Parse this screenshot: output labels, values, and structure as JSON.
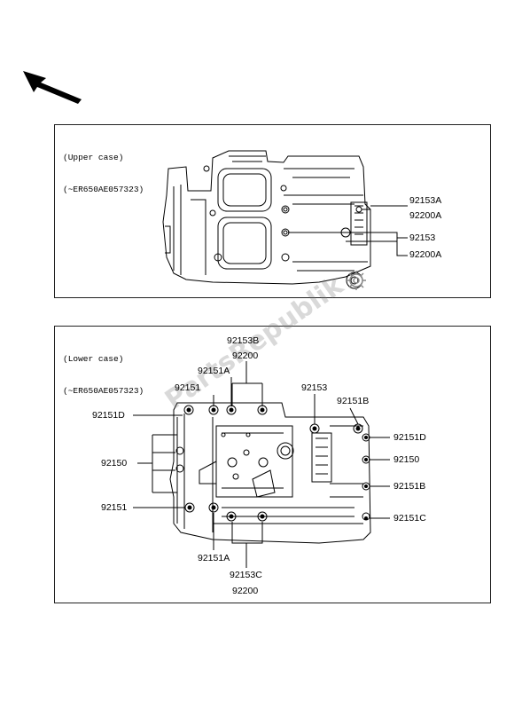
{
  "upper_case": {
    "label_line1": "(Upper case)",
    "label_line2": "(~ER650AE057323)",
    "callouts": [
      "92153A",
      "92200A",
      "92153",
      "92200A"
    ]
  },
  "lower_case": {
    "label_line1": "(Lower case)",
    "label_line2": "(~ER650AE057323)",
    "callouts": {
      "top_92153B": "92153B",
      "top_92200": "92200",
      "top_92151A": "92151A",
      "top_92151": "92151",
      "left_92151D": "92151D",
      "left_92150": "92150",
      "left_92151": "92151",
      "top_92153": "92153",
      "right_92151B_top": "92151B",
      "right_92151D": "92151D",
      "right_92150": "92150",
      "right_92151B": "92151B",
      "right_92151C": "92151C",
      "bottom_92151A": "92151A",
      "bottom_92153C": "92153C",
      "bottom_92200": "92200"
    }
  },
  "watermark": "PartsRepublik",
  "icons": [
    "direction-arrow-icon",
    "gear-icon"
  ]
}
